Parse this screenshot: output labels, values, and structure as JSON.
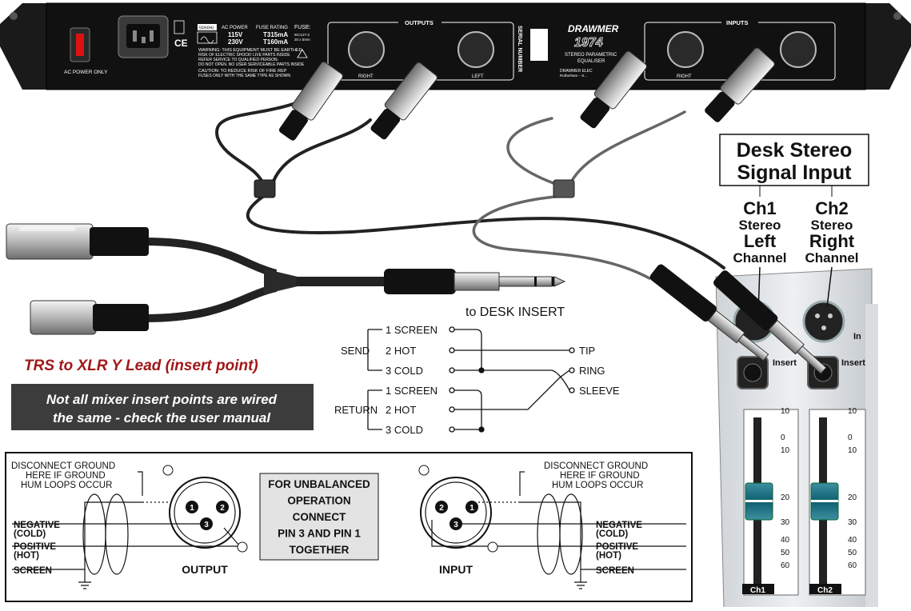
{
  "rack": {
    "ac_power_only": "AC POWER ONLY",
    "voltage_badge": "50/60Hz",
    "ac_power_hdr": "AC POWER",
    "fuse_rating_hdr": "FUSE RATING",
    "fuse_hdr": "FUSE:",
    "v115": "115V",
    "f115": "T315mA",
    "v230": "230V",
    "f230": "T160mA",
    "fuse_spec1": "IEC127-2",
    "fuse_spec2": "20 x 5mm",
    "warning1": "WARNING: THIS EQUIPMENT MUST BE EARTHED",
    "warning2": "RISK OF ELECTRIC SHOCK! LIVE PARTS INSIDE",
    "warning3": "REFER SERVICE TO QUALIFIED PERSON.",
    "warning4": "DO NOT OPEN. NO USER SERVICEABLE PARTS INSIDE",
    "caution1": "CAUTION: TO REDUCE RISK OF FIRE REP",
    "caution2": "FUSES ONLY WITH THE SAME TYPE AS SHOWN",
    "ce": "CE",
    "outputs": "OUTPUTS",
    "inputs": "INPUTS",
    "right": "RIGHT",
    "left": "LEFT",
    "serial": "SERIAL NUMBER",
    "brand": "DRAWMER",
    "model": "1974",
    "product1": "STEREO PARAMETRIC",
    "product2": "EQUALISER",
    "maker": "DRAWMER ELEC",
    "place": "Rotherham – S..."
  },
  "desk": {
    "title1": "Desk Stereo",
    "title2": "Signal Input",
    "ch1": "Ch1",
    "ch2": "Ch2",
    "stereo": "Stereo",
    "left": "Left",
    "right": "Right",
    "channel": "Channel",
    "insert": "Insert",
    "in": "In",
    "scale": [
      "10",
      "0",
      "10",
      "20",
      "30",
      "40",
      "50",
      "60"
    ],
    "ch1_tag": "Ch1",
    "ch2_tag": "Ch2"
  },
  "lead": {
    "to_desk": "to DESK INSERT",
    "title": "TRS to XLR Y Lead (insert point)",
    "warn1": "Not all mixer insert points are wired",
    "warn2": "the same - check the user manual",
    "title_color": "#a01818"
  },
  "wiring": {
    "send": "SEND",
    "return": "RETURN",
    "screen": "1 SCREEN",
    "hot": "2 HOT",
    "cold": "3 COLD",
    "tip": "TIP",
    "ring": "RING",
    "sleeve": "SLEEVE"
  },
  "ground": {
    "disc1": "DISCONNECT GROUND",
    "disc2": "HERE IF GROUND",
    "disc3": "HUM LOOPS OCCUR",
    "negative": "NEGATIVE",
    "cold": "(COLD)",
    "positive": "POSITIVE",
    "hot": "(HOT)",
    "screen": "SCREEN",
    "output": "OUTPUT",
    "input": "INPUT",
    "pin1": "1",
    "pin2": "2",
    "pin3": "3",
    "unbal": [
      "FOR UNBALANCED",
      "OPERATION",
      "CONNECT",
      "PIN 3 AND PIN 1",
      "TOGETHER"
    ]
  }
}
